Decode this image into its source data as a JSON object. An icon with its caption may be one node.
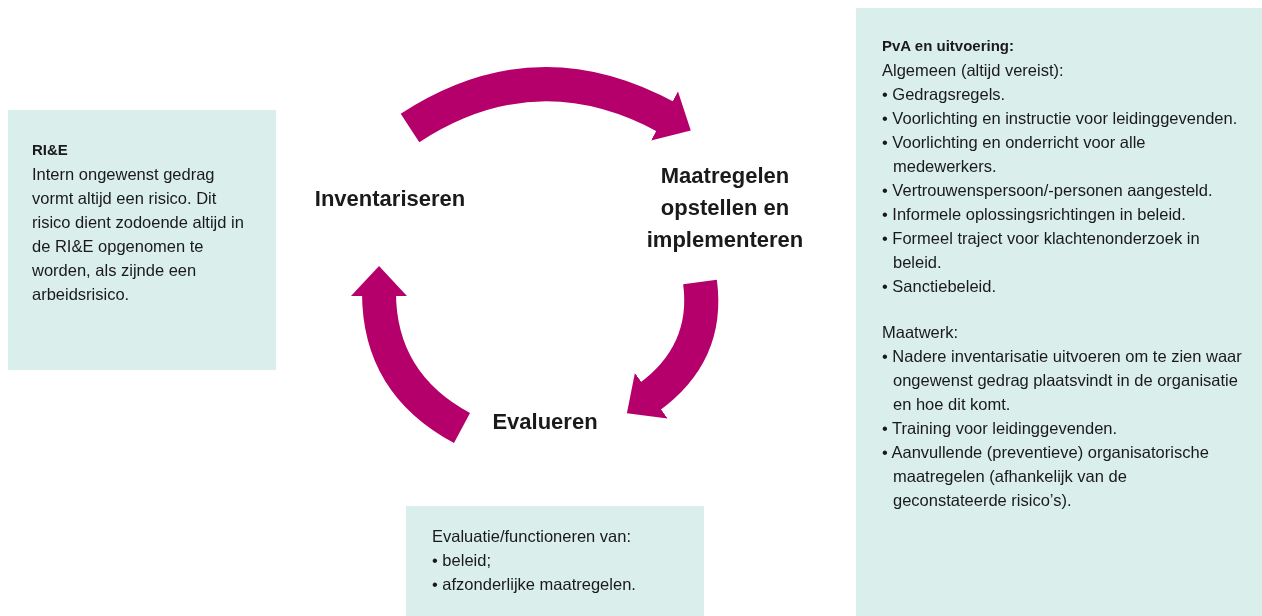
{
  "diagram": {
    "nodes": [
      {
        "text": [
          "RI&E",
          "Intern ongewenst gedrag vormt altijd een risico. Dit risico dient zodoende altijd in de RI&E opgenomen te worden, als zijnde een arbeidsrisico."
        ]
      },
      {
        "text": [
          "Inventariseren"
        ]
      },
      {
        "text": [
          "Maatregelen opstellen en implementeren"
        ]
      },
      {
        "text": [
          "Evalueren"
        ]
      },
      {
        "text": [
          "PvA en uitvoering:",
          "Algemeen (altijd vereist):",
          "• Gedragsregels.",
          "• Voorlichting en instructie voor leidinggevenden.",
          "• Voorlichting en onderricht voor alle medewerkers.",
          "• Vertrouwenspersoon/-personen aangesteld.",
          "• Informele oplossingsrichtingen in beleid.",
          "• Formeel traject voor klachtenonderzoek in beleid.",
          "• Sanctiebeleid.",
          "Maatwerk:",
          "• Nadere inventarisatie uitvoeren om te zien waar ongewenst gedrag plaatsvindt in de organisatie en hoe dit komt.",
          "• Training voor leidinggevenden.",
          "• Aanvullende (preventieve) organisatorische maatregelen (afhankelijk van de geconstateerde risico’s)."
        ]
      },
      {
        "text": [
          "Evaluatie/functioneren van:",
          "• beleid;",
          "• afzonderlijke maatregelen."
        ]
      }
    ],
    "edges": [
      {
        "from": 1,
        "to": 2,
        "arrow": "to"
      },
      {
        "from": 2,
        "to": 3,
        "arrow": "to"
      },
      {
        "from": 3,
        "to": 1,
        "arrow": "to"
      }
    ]
  }
}
